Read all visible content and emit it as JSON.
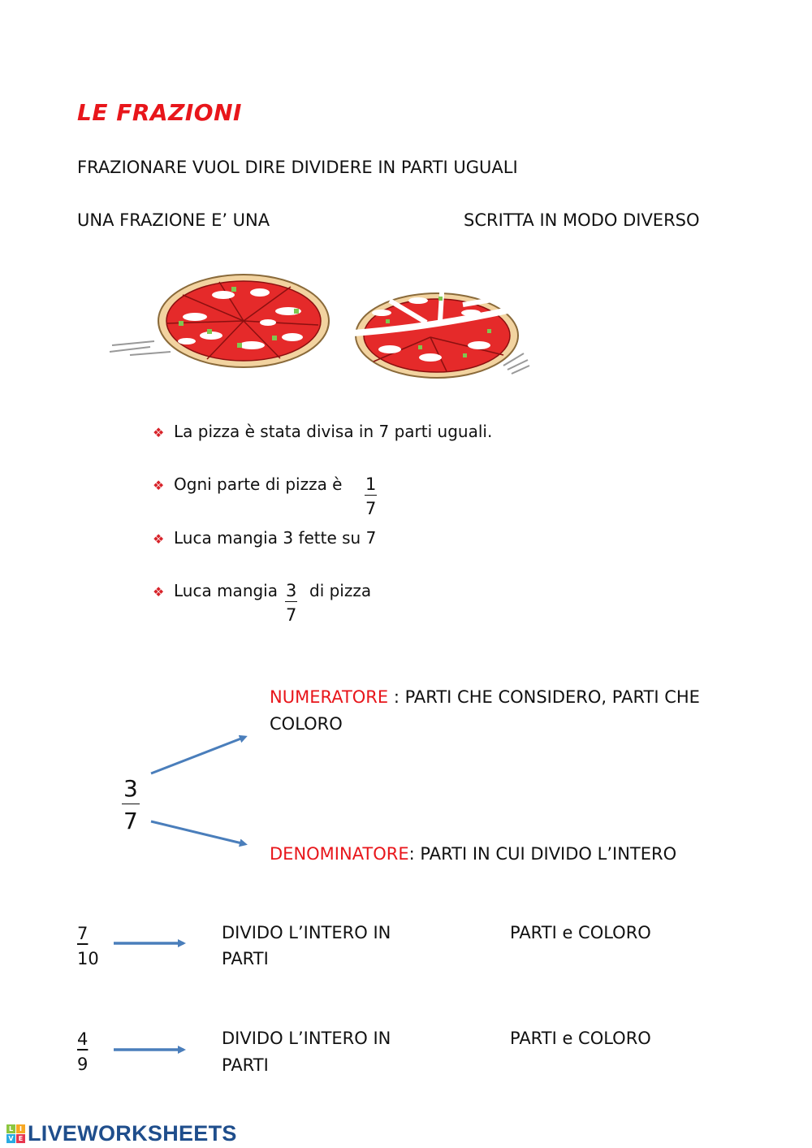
{
  "title": "LE FRAZIONI",
  "intro": {
    "line1": "FRAZIONARE VUOL DIRE DIVIDERE IN PARTI UGUALI",
    "line2_left": "UNA FRAZIONE E’ UNA",
    "line2_right": "SCRITTA IN MODO DIVERSO"
  },
  "images": {
    "pizza_whole": "pizza divided in 7 slices",
    "pizza_sliced": "pizza with 3 slices separated"
  },
  "bullets": [
    {
      "text": "La pizza è stata divisa in 7 parti uguali."
    },
    {
      "text": "Ogni parte di pizza è",
      "fraction": {
        "num": "1",
        "den": "7"
      }
    },
    {
      "text": "Luca mangia 3 fette su 7"
    },
    {
      "text": "Luca mangia",
      "fraction": {
        "num": "3",
        "den": "7"
      },
      "suffix": "di pizza"
    }
  ],
  "definition": {
    "fraction": {
      "num": "3",
      "den": "7"
    },
    "numerator_label": "NUMERATORE",
    "numerator_text": " : PARTI CHE CONSIDERO, PARTI CHE",
    "numerator_text2": "COLORO",
    "denominator_label": "DENOMINATORE",
    "denominator_text": ": PARTI IN CUI DIVIDO L’INTERO"
  },
  "exercises": [
    {
      "num": "7",
      "den": "10",
      "text1": "DIVIDO L’INTERO IN",
      "text1b": "PARTI",
      "text2": "PARTI e COLORO"
    },
    {
      "num": "4",
      "den": "9",
      "text1": "DIVIDO L’INTERO IN",
      "text1b": "PARTI",
      "text2": "PARTI e COLORO"
    }
  ],
  "footer": {
    "logo_text": "LIVEWORKSHEETS",
    "logo_blocks": [
      "L",
      "I",
      "V",
      "E"
    ]
  },
  "colors": {
    "accent_red": "#e8161b",
    "arrow_blue": "#4a7ebb",
    "logo_blue": "#1f4e8c"
  }
}
